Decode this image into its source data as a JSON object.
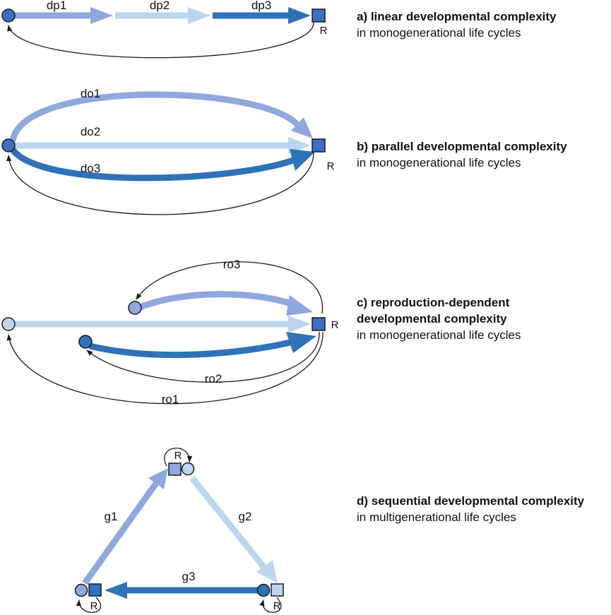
{
  "colors": {
    "light": "#bcd6ee",
    "medium": "#8fa8de",
    "dark": "#2f72b8",
    "square_dark": "#3f6fc4",
    "outline": "#1a1a1a"
  },
  "panels": {
    "a": {
      "title": "a) linear developmental complexity",
      "subtitle": "in monogenerational life cycles",
      "labels": {
        "dp1": "dp1",
        "dp2": "dp2",
        "dp3": "dp3",
        "r": "R"
      }
    },
    "b": {
      "title": "b) parallel developmental complexity",
      "subtitle": "in monogenerational life cycles",
      "labels": {
        "do1": "do1",
        "do2": "do2",
        "do3": "do3",
        "r": "R"
      }
    },
    "c": {
      "title_line1": "c) reproduction-dependent",
      "title_line2": "developmental complexity",
      "subtitle": "in monogenerational life cycles",
      "labels": {
        "ro1": "ro1",
        "ro2": "ro2",
        "ro3": "ro3",
        "r": "R"
      }
    },
    "d": {
      "title": "d) sequential developmental complexity",
      "subtitle": "in multigenerational life cycles",
      "labels": {
        "g1": "g1",
        "g2": "g2",
        "g3": "g3",
        "r_top": "R",
        "r_left": "R",
        "r_right": "R"
      }
    }
  }
}
